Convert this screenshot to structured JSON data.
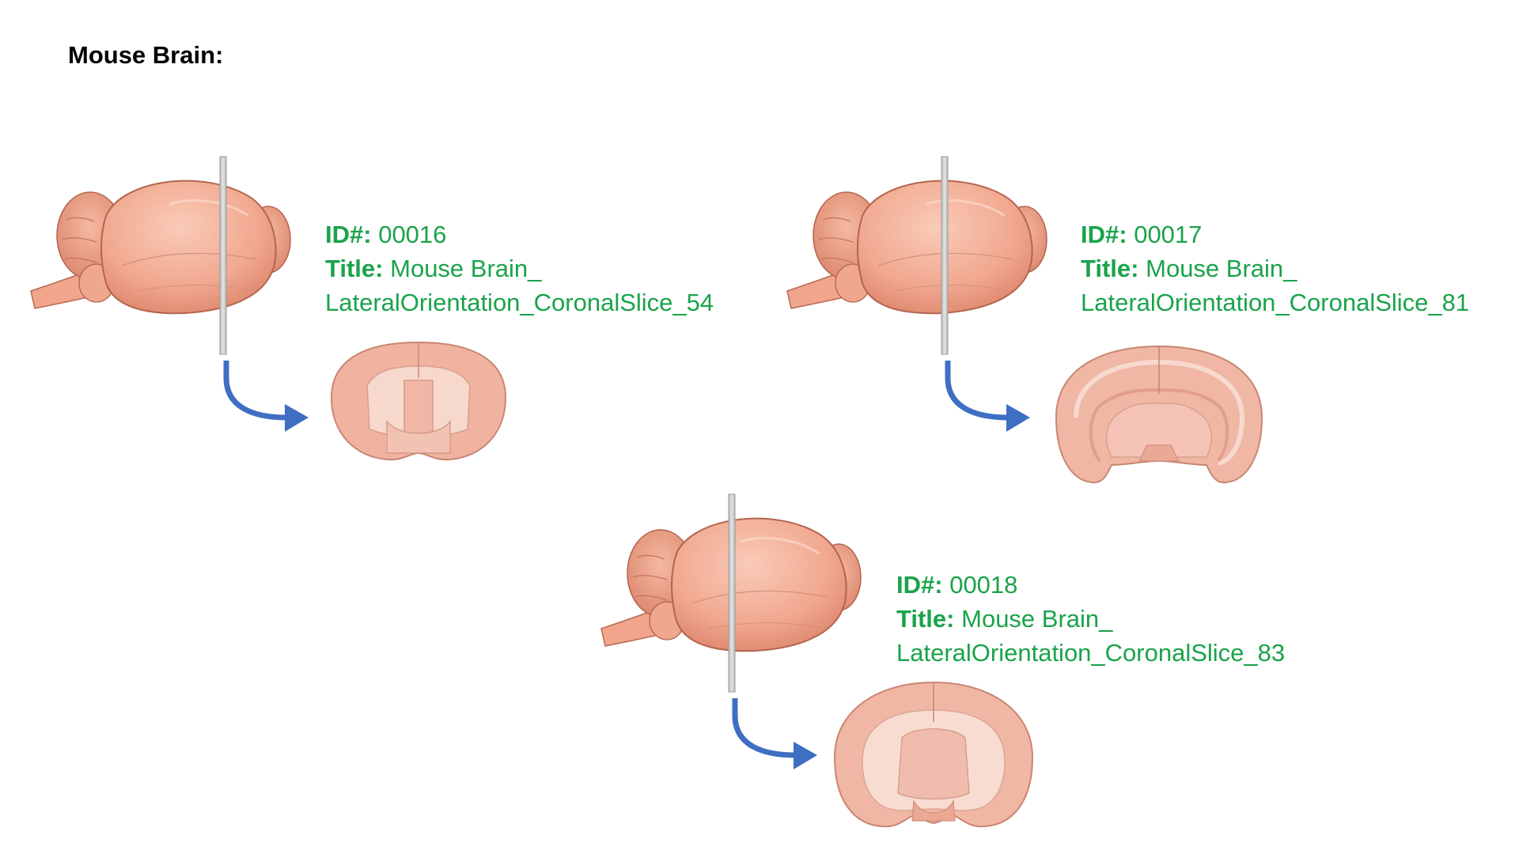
{
  "page": {
    "title": "Mouse Brain:"
  },
  "colors": {
    "text_green": "#1aa34a",
    "arrow_blue": "#3f6fc3",
    "brain_fill": "#f3b6a0",
    "slice_fill": "#f0b8a8"
  },
  "panels": [
    {
      "id_label": "ID#:",
      "id_value": "00016",
      "title_label": "Title:",
      "title_line1": "Mouse Brain_",
      "title_line2": "LateralOrientation_CoronalSlice_54"
    },
    {
      "id_label": "ID#:",
      "id_value": "00017",
      "title_label": "Title:",
      "title_line1": "Mouse Brain_",
      "title_line2": "LateralOrientation_CoronalSlice_81"
    },
    {
      "id_label": "ID#:",
      "id_value": "00018",
      "title_label": "Title:",
      "title_line1": "Mouse Brain_",
      "title_line2": "LateralOrientation_CoronalSlice_83"
    }
  ],
  "icons": {
    "brain": "lateral-mouse-brain-icon",
    "plane": "slice-plane-icon",
    "arrow": "curved-arrow-icon",
    "section": "coronal-section-icon"
  }
}
